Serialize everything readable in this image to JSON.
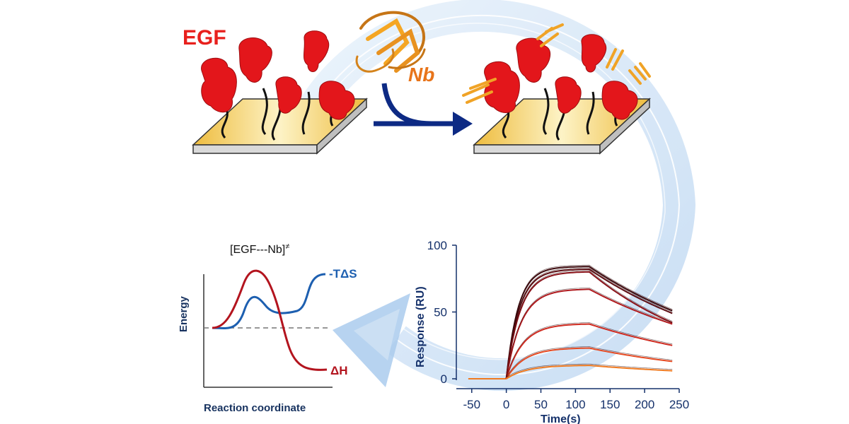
{
  "labels": {
    "egf": "EGF",
    "nb": "Nb",
    "transition_state": "[EGF---Nb]",
    "transition_state_mark": "≠",
    "energy_axis": "Energy",
    "reaction_axis": "Reaction coordinate",
    "entropy_term": "-TΔS",
    "enthalpy_term": "ΔH"
  },
  "colors": {
    "egf_red": "#e8201d",
    "nb_orange": "#e8741a",
    "arrow_navy": "#0d2a84",
    "cycle_blue": "#a9c9ec",
    "gold_surface": "#f0c94f",
    "entropy_blue": "#1d5fb0",
    "enthalpy_red": "#b3141e"
  },
  "icons": [
    "egf-protein-icon",
    "nanobody-ribbon-icon",
    "sensor-chip-icon",
    "binding-arrow-icon",
    "cycle-arrow-icon"
  ],
  "chart_data": {
    "type": "line",
    "xlabel": "Time(s)",
    "ylabel": "Response (RU)",
    "xlim": [
      -60,
      250
    ],
    "ylim": [
      -2,
      100
    ],
    "xticks": [
      -50,
      0,
      50,
      100,
      150,
      200,
      250
    ],
    "yticks": [
      0,
      50,
      100
    ],
    "assoc_end": 120,
    "x_end": 240,
    "series": [
      {
        "color": "#3d0a0e",
        "plateau": 84,
        "end": 51
      },
      {
        "color": "#5c0f14",
        "plateau": 82,
        "end": 49
      },
      {
        "color": "#8a1219",
        "plateau": 80,
        "end": 42
      },
      {
        "color": "#b01a1e",
        "plateau": 67,
        "end": 41
      },
      {
        "color": "#cf2a1f",
        "plateau": 41,
        "end": 25
      },
      {
        "color": "#e64a22",
        "plateau": 23,
        "end": 13
      },
      {
        "color": "#f07a1f",
        "plateau": 10,
        "end": 6
      }
    ]
  }
}
